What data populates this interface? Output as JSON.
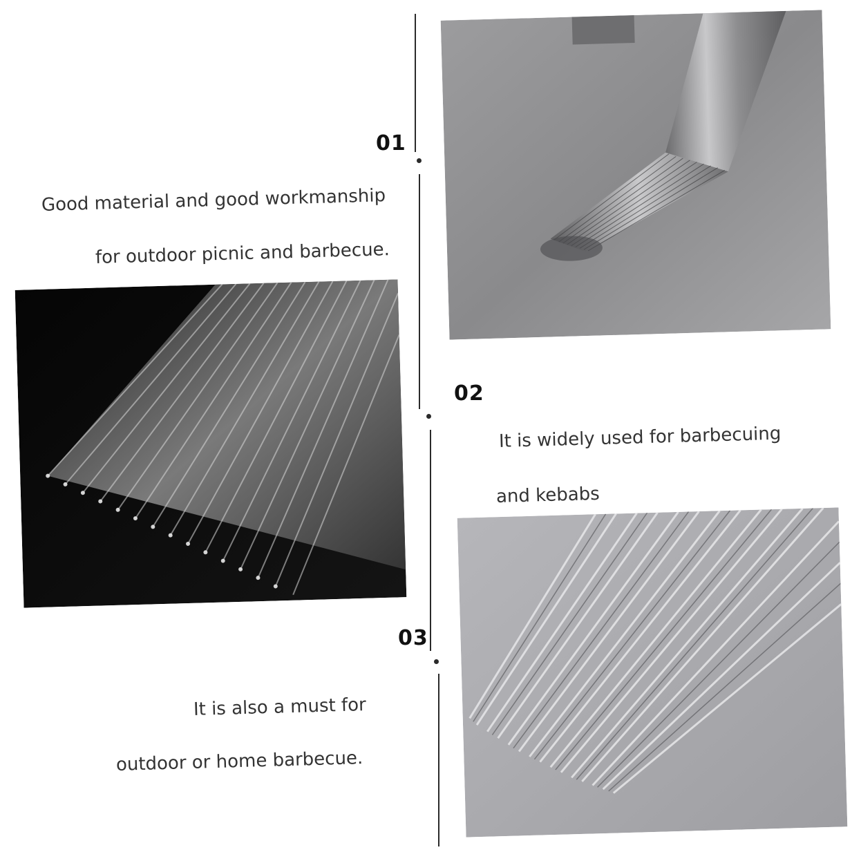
{
  "sections": [
    {
      "number": "01",
      "lines": [
        "Good material and good workmanship",
        "for outdoor picnic and barbecue."
      ]
    },
    {
      "number": "02",
      "lines": [
        "It is widely used for barbecuing",
        "and kebabs"
      ]
    },
    {
      "number": "03",
      "lines": [
        "It is also a must for",
        "outdoor or home barbecue."
      ]
    }
  ],
  "images": {
    "top_right": "skewers-in-holder-photo",
    "left_dark": "skewer-tips-dark-photo",
    "bottom_right": "skewers-fanned-photo"
  }
}
